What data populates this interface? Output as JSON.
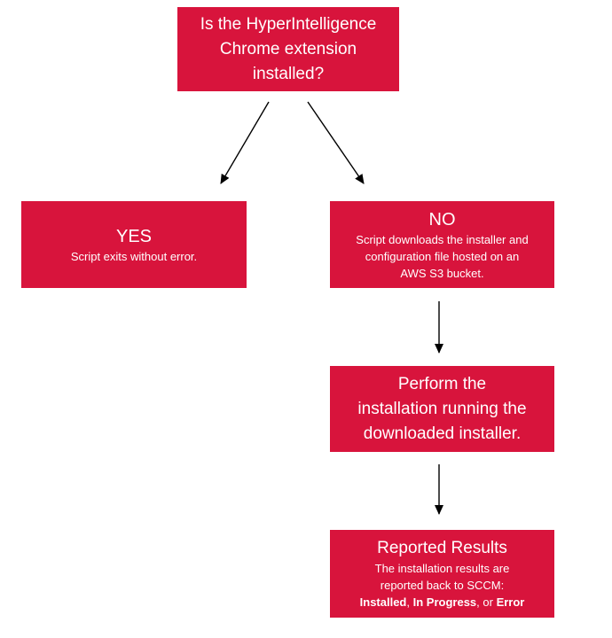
{
  "diagram": {
    "accent_color": "#d8143c",
    "arrow_color": "#000000",
    "nodes": {
      "question": {
        "lines": [
          "Is the HyperIntelligence",
          "Chrome extension",
          "installed?"
        ]
      },
      "yes": {
        "title": "YES",
        "body": "Script exits without error."
      },
      "no": {
        "title": "NO",
        "body_lines": [
          "Script downloads the installer and",
          "configuration file hosted on an",
          "AWS S3 bucket."
        ]
      },
      "perform": {
        "lines": [
          "Perform the",
          "installation running the",
          "downloaded installer."
        ]
      },
      "results": {
        "title": "Reported Results",
        "body_lines": [
          "The installation results are",
          "reported back to SCCM:"
        ],
        "status_installed": "Installed",
        "sep1": ", ",
        "status_in_progress": "In Progress",
        "sep2": ", or ",
        "status_error": "Error"
      }
    }
  }
}
